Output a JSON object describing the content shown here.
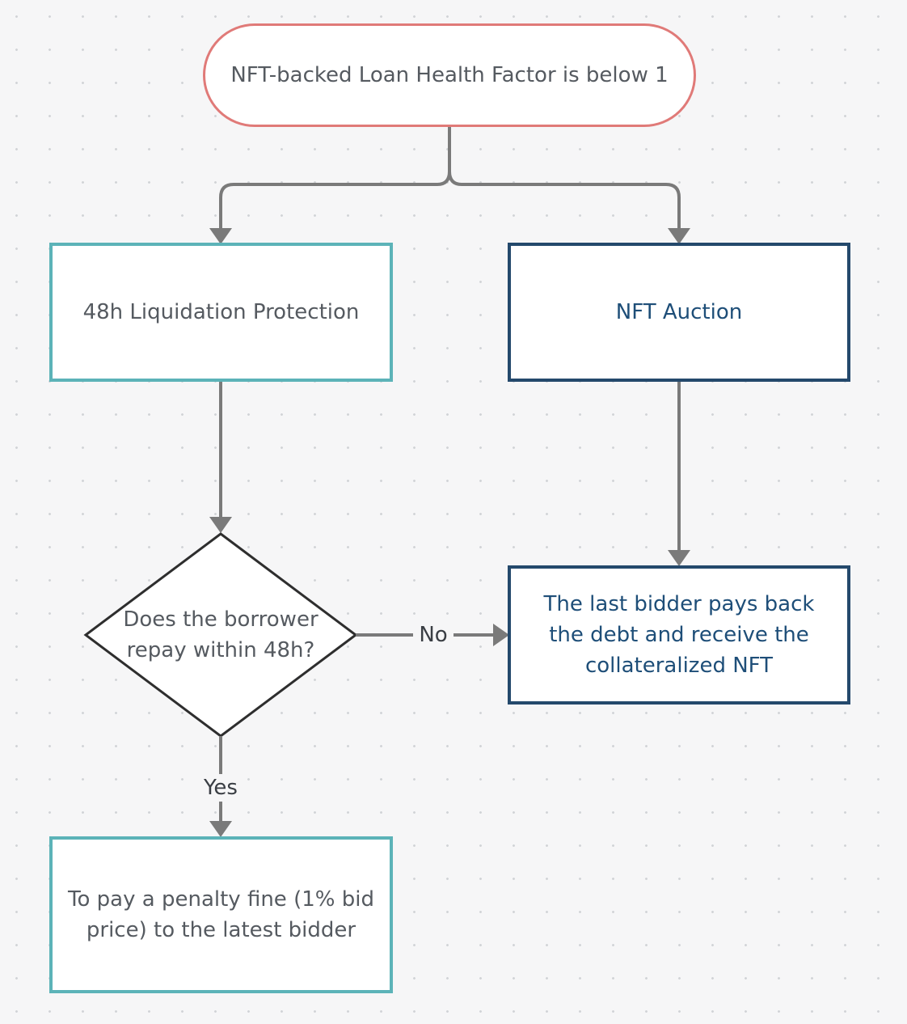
{
  "diagram": {
    "start": {
      "label": "NFT-backed Loan Health Factor is below 1"
    },
    "protection": {
      "label": "48h Liquidation Protection"
    },
    "auction": {
      "label": "NFT Auction"
    },
    "decision": {
      "label": "Does the borrower repay within 48h?"
    },
    "bidder_outcome": {
      "label": "The last bidder pays back the debt and receive the collateralized NFT"
    },
    "penalty": {
      "label": "To pay a penalty fine (1% bid price) to the latest bidder"
    },
    "edges": {
      "no_label": "No",
      "yes_label": "Yes"
    }
  },
  "colors": {
    "start_border": "#e07a78",
    "teal_border": "#5cb3b8",
    "navy_border": "#24496c",
    "navy_text": "#1e4e78",
    "gray_text": "#555a60",
    "connector": "#7a7a7a",
    "background": "#f6f6f7",
    "dot_grid": "#d2d4d7"
  }
}
